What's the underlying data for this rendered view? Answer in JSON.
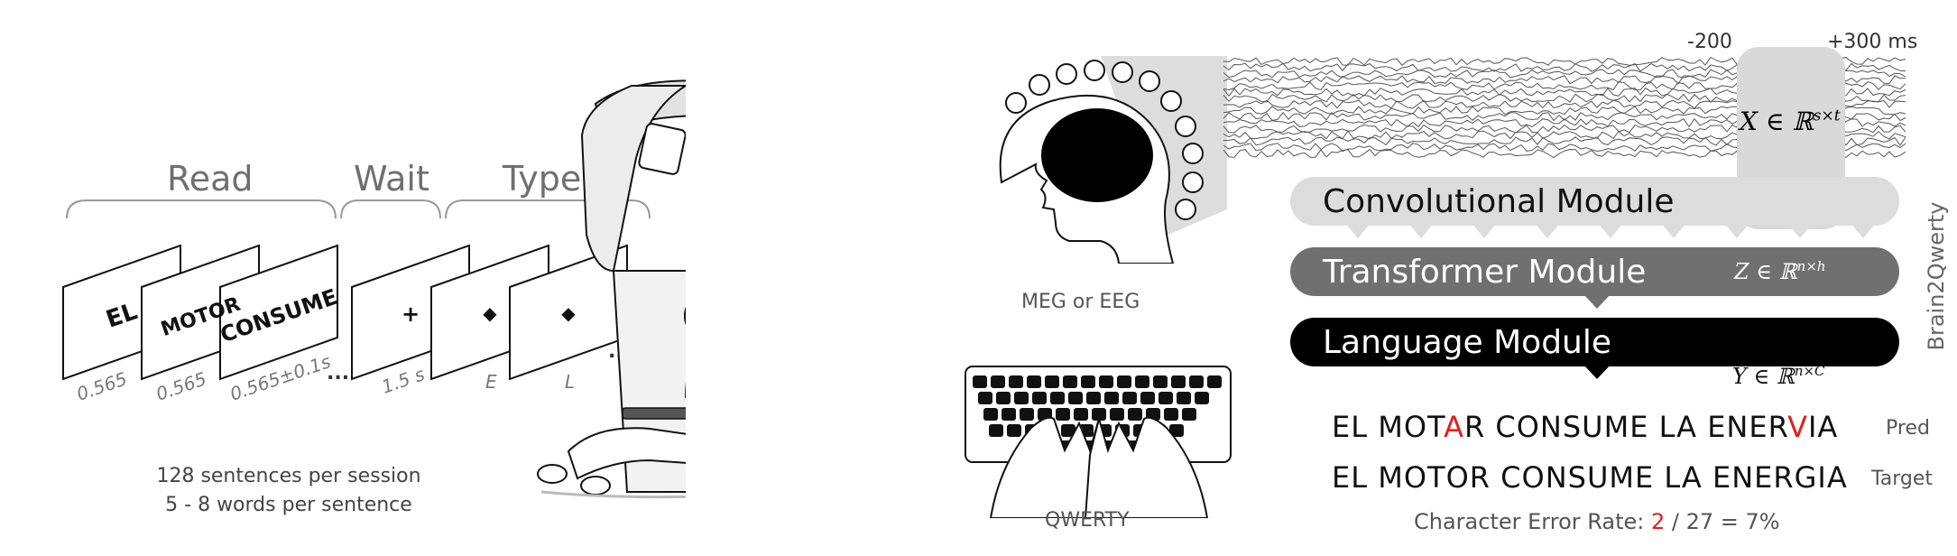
{
  "phases": {
    "read": "Read",
    "wait": "Wait",
    "type": "Type"
  },
  "read_cards": [
    {
      "word": "EL",
      "duration": "0.565"
    },
    {
      "word": "MOTOR",
      "duration": "0.565"
    },
    {
      "word": "CONSUME",
      "duration": "0.565±0.1s"
    }
  ],
  "wait_card": {
    "symbol": "+",
    "duration": "1.5 s"
  },
  "type_cards": [
    {
      "symbol": "◆",
      "letter": "E"
    },
    {
      "symbol": "◆",
      "letter": "L"
    }
  ],
  "ellipsis": "...",
  "session_notes": {
    "line1": "128 sentences per session",
    "line2": "5 - 8 words per sentence"
  },
  "recording_label": "MEG or EEG",
  "keyboard_label": "QWERTY",
  "time_window": {
    "start": "-200",
    "end": "+300 ms"
  },
  "signal_math": "X ∈ ℝ",
  "signal_sup": "s×t",
  "modules": {
    "conv": "Convolutional Module",
    "transformer": "Transformer Module",
    "transformer_math": "Z ∈ ℝ",
    "transformer_sup": "n×h",
    "language": "Language Module",
    "language_math": "Ŷ ∈ ℝ",
    "language_sup": "n×C"
  },
  "model_name": "Brain2Qwerty",
  "prediction": {
    "segments": [
      {
        "text": "EL MOT",
        "error": false
      },
      {
        "text": "A",
        "error": true
      },
      {
        "text": "R CONSUME LA ENER",
        "error": false
      },
      {
        "text": "V",
        "error": true
      },
      {
        "text": "IA",
        "error": false
      }
    ],
    "tag": "Pred"
  },
  "target": {
    "text": "EL MOTOR CONSUME LA ENERGIA",
    "tag": "Target"
  },
  "cer": {
    "prefix": "Character Error Rate: ",
    "errors": "2",
    "suffix": " / 27 = 7%"
  },
  "colors": {
    "error": "#e02020",
    "conv": "#dcdcdc",
    "transformer": "#707070",
    "language": "#000000"
  }
}
